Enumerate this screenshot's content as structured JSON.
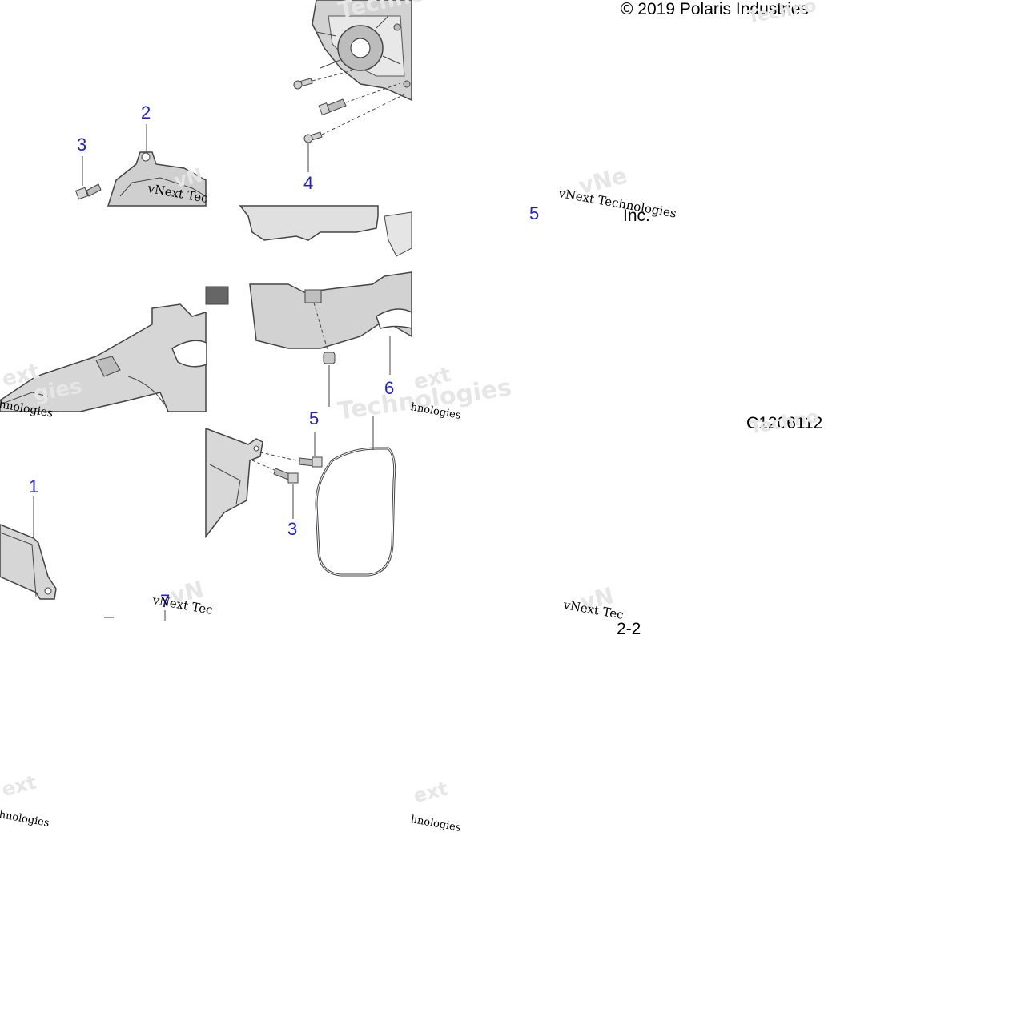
{
  "colors": {
    "callout": "#2020d0",
    "part_fill": "#d4d4d4",
    "part_dark": "#a8a8a8",
    "line": "#444444",
    "watermark": "#e6e6e6"
  },
  "texts": {
    "copyright": "© 2019 Polaris Industries",
    "inc": "Inc.",
    "figure_code": "C1206112",
    "page_code": "2-2"
  },
  "watermark": {
    "brand": "vNext Technologies",
    "fragment_tec": "vNext Tec",
    "fragment_ext": "ext",
    "fragment_hnologies": "hnologies",
    "fragment_gies": "gies",
    "fragment_techno": "Techno",
    "fragment_technologies": "Technologies",
    "fragment_vn": "vN",
    "fragment_vne": "vNe"
  },
  "callouts": [
    {
      "id": "c-2",
      "label": "2"
    },
    {
      "id": "c-3a",
      "label": "3"
    },
    {
      "id": "c-4",
      "label": "4"
    },
    {
      "id": "c-5a",
      "label": "5"
    },
    {
      "id": "c-6",
      "label": "6"
    },
    {
      "id": "c-5b",
      "label": "5"
    },
    {
      "id": "c-1",
      "label": "1"
    },
    {
      "id": "c-3b",
      "label": "3"
    },
    {
      "id": "c-7",
      "label": "7"
    }
  ]
}
